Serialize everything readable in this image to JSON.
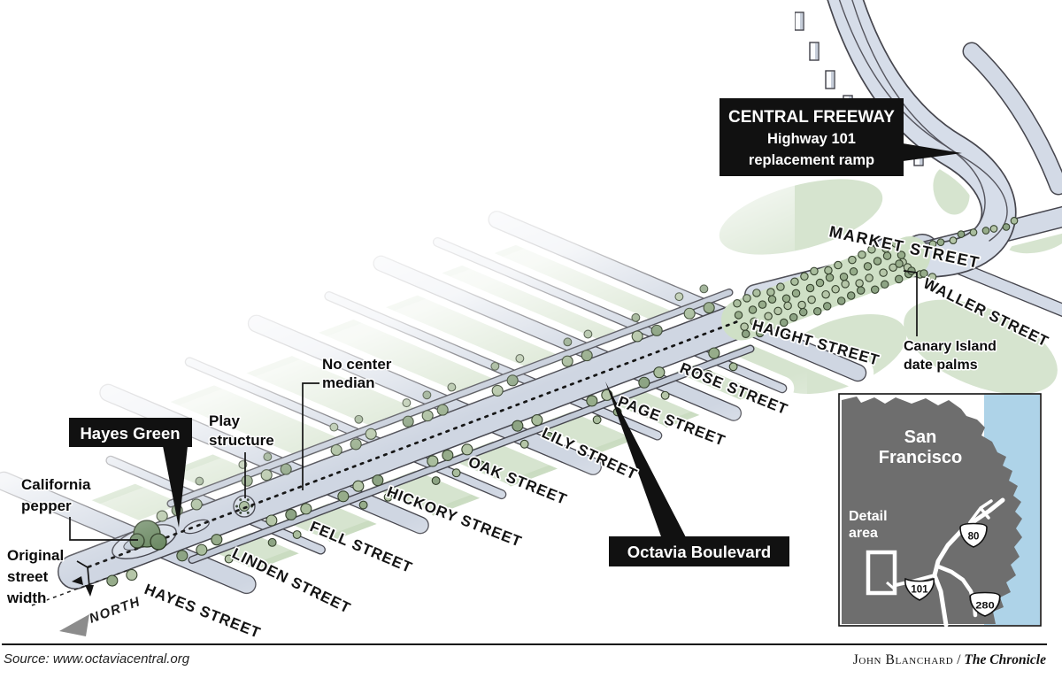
{
  "streets": [
    "HAYES STREET",
    "LINDEN STREET",
    "FELL STREET",
    "HICKORY STREET",
    "OAK STREET",
    "LILY STREET",
    "PAGE STREET",
    "ROSE STREET",
    "HAIGHT STREET",
    "WALLER STREET",
    "MARKET STREET"
  ],
  "callouts": {
    "central_freeway": [
      "CENTRAL FREEWAY",
      "Highway 101",
      "replacement ramp"
    ],
    "hayes_green": "Hayes Green",
    "octavia_boulevard": "Octavia Boulevard"
  },
  "labels": {
    "no_median": [
      "No center",
      "median"
    ],
    "play_structure": [
      "Play",
      "structure"
    ],
    "california_pepper": [
      "California",
      "pepper"
    ],
    "original_width": [
      "Original",
      "street",
      "width"
    ],
    "canary_palms": [
      "Canary Island",
      "date palms"
    ],
    "north": "NORTH"
  },
  "inset": {
    "city": [
      "San",
      "Francisco"
    ],
    "detail": [
      "Detail",
      "area"
    ],
    "shields": [
      "80",
      "101",
      "280"
    ]
  },
  "footer": {
    "source": "Source: www.octaviacentral.org",
    "credit_name": "John Blanchard",
    "credit_sep": " / ",
    "credit_pub": "The Chronicle"
  },
  "colors": {
    "road_fill": "#cfd6e2",
    "road_edge": "#46464e",
    "green_block": "#d6e4cf",
    "tree_green": "#9db292",
    "inset_gray": "#6e6e6e",
    "bay_blue": "#aed3e8",
    "callout_bg": "#111111"
  }
}
